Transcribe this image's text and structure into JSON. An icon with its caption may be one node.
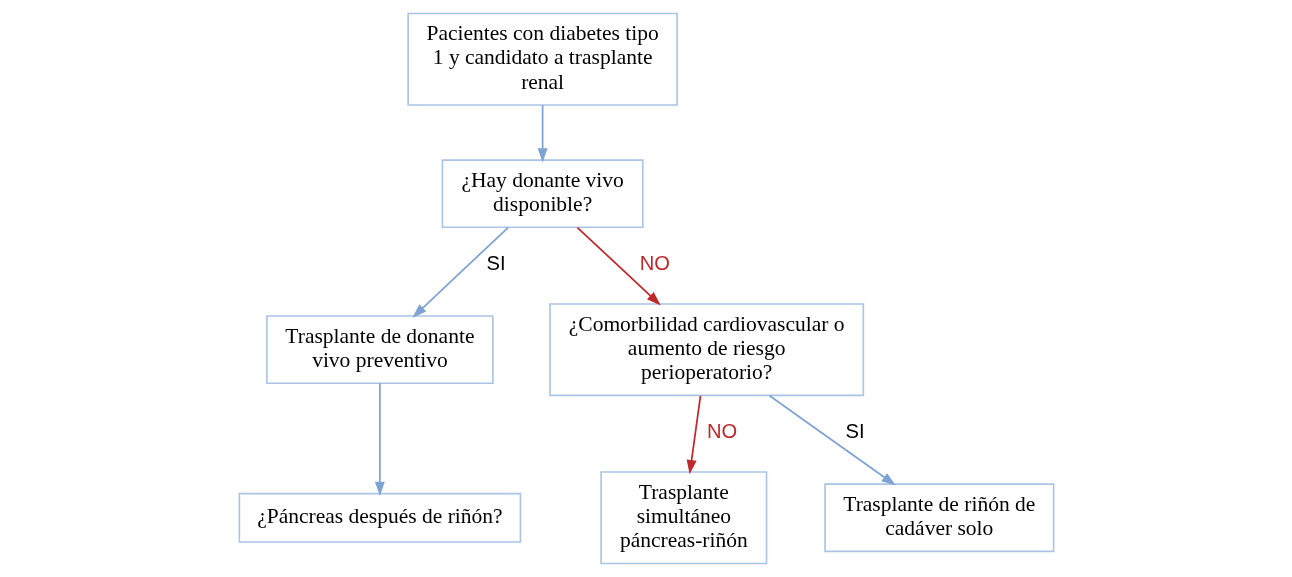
{
  "diagram": {
    "nodes": [
      {
        "text": [
          "Pacientes con diabetes tipo 1 y candidato a trasplante renal"
        ]
      },
      {
        "text": [
          "¿Hay donante vivo disponible?"
        ]
      },
      {
        "text": [
          "Trasplante de donante vivo preventivo"
        ]
      },
      {
        "text": [
          "¿Comorbilidad cardiovascular o aumento de riesgo perioperatorio?"
        ]
      },
      {
        "text": [
          "¿Páncreas después de riñón?"
        ]
      },
      {
        "text": [
          "Trasplante simultáneo páncreas-riñón"
        ]
      },
      {
        "text": [
          "Trasplante de riñón de cadáver solo"
        ]
      }
    ],
    "edges": [
      {
        "from": 0,
        "to": 1,
        "arrow": "to"
      },
      {
        "from": 1,
        "to": 2,
        "arrow": "to",
        "label": "SI"
      },
      {
        "from": 1,
        "to": 3,
        "arrow": "to",
        "label": "NO",
        "color": "#c0282c"
      },
      {
        "from": 2,
        "to": 4,
        "arrow": "to"
      },
      {
        "from": 3,
        "to": 5,
        "arrow": "to",
        "label": "NO",
        "color": "#c0282c"
      },
      {
        "from": 3,
        "to": 6,
        "arrow": "to",
        "label": "SI"
      }
    ]
  }
}
